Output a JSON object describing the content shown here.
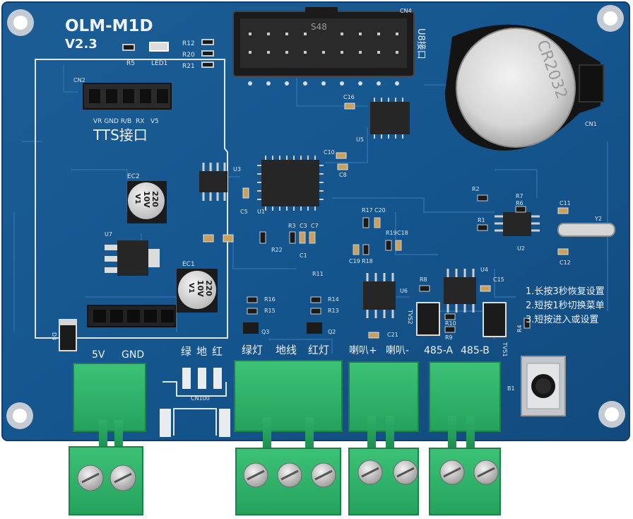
{
  "board": {
    "model": "OLM-M1D",
    "version": "V2.3",
    "connector_labels": {
      "cn4": "CN4",
      "cn2": "CN2",
      "cn1": "CN1",
      "cn100": "CN100",
      "u8_port": "U8接口",
      "box_header": "S48"
    },
    "tts": {
      "title": "TTS接口",
      "pins": "VR GND R/B  RX   V5"
    },
    "instructions": [
      "1.长按3秒恢复设置",
      "2.短按1秒切换菜单",
      "3.短按进入或设置"
    ],
    "power": {
      "v5": "5V",
      "gnd": "GND"
    },
    "led_header": {
      "green": "绿",
      "ground": "地",
      "red": "红"
    },
    "terminal_labels": [
      "绿灯",
      "地线",
      "红灯",
      "喇叭+",
      "喇叭-",
      "485-A",
      "485-B"
    ],
    "caps": {
      "ec2_label": "EC2",
      "ec1_label": "EC1",
      "ec2_value": "220",
      "ec2_voltage": "10V",
      "ec2_extra": "V1",
      "ec1_value": "220",
      "ec1_voltage": "10V",
      "ec1_extra": "V1"
    },
    "battery_text": "CR2032",
    "designators": {
      "r5": "R5",
      "led1": "LED1",
      "r12": "R12",
      "r20": "R20",
      "r21": "R21",
      "c16": "C16",
      "u5": "U5",
      "u3": "U3",
      "u1": "U1",
      "c10": "C10",
      "c8": "C8",
      "u7": "U7",
      "c5": "C5",
      "r3": "R3",
      "c3": "C3",
      "c7": "C7",
      "r17": "R17",
      "c20": "C20",
      "r19": "R19",
      "c18": "C18",
      "c19": "C19",
      "r18": "R18",
      "r22": "R22",
      "c1": "C1",
      "r11": "R11",
      "r2": "R2",
      "r7": "R7",
      "r6": "R6",
      "c11": "C11",
      "y2": "Y2",
      "r1": "R1",
      "u2": "U2",
      "c12": "C12",
      "u4": "U4",
      "c15": "C15",
      "r8": "R8",
      "u6": "U6",
      "tvs2": "TVS2",
      "r10": "R10",
      "r9": "R9",
      "r4": "R4",
      "tvs1": "TVS1",
      "c21": "C21",
      "r16": "R16",
      "r15": "R15",
      "r14": "R14",
      "r13": "R13",
      "q3": "Q3",
      "q2": "Q2",
      "d3": "D3",
      "b1": "B1",
      "ec1": "EC1",
      "ec2": "EC2"
    }
  }
}
